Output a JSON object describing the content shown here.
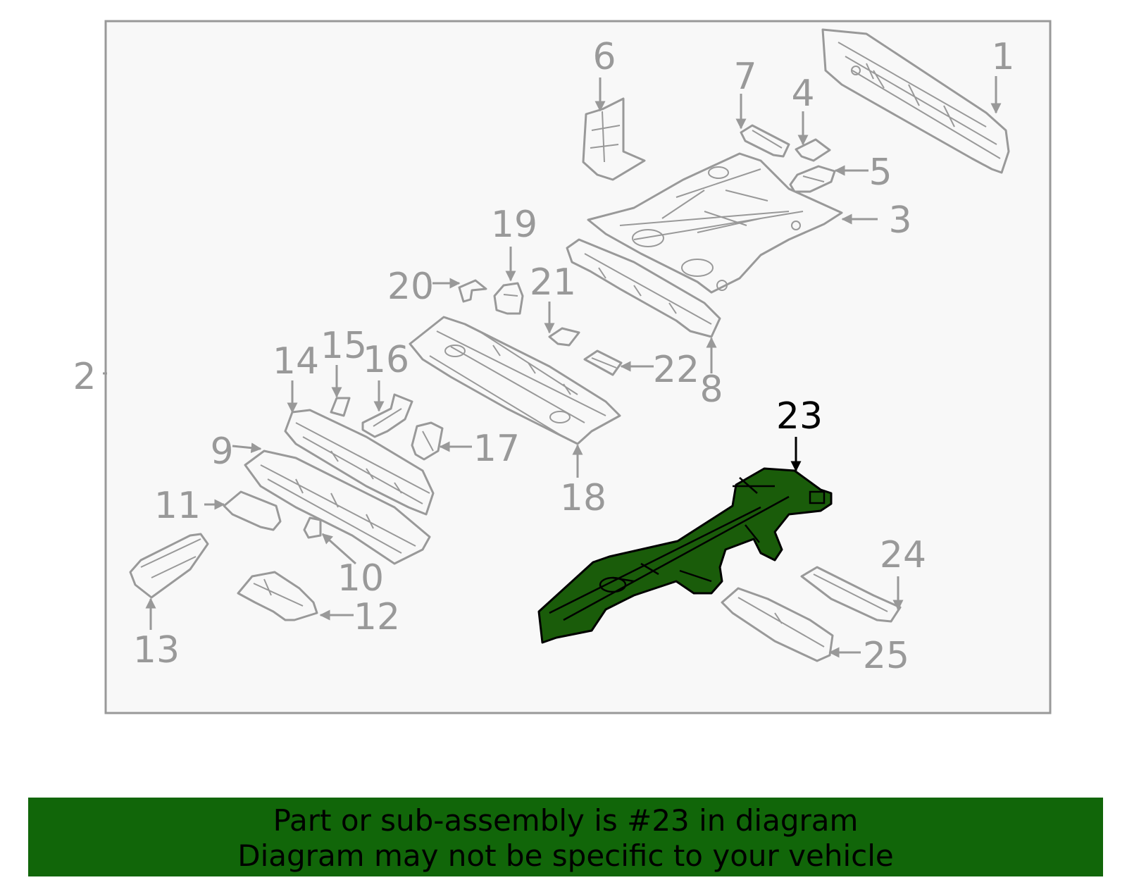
{
  "diagram": {
    "highlighted_part": "23",
    "callouts": {
      "c1": "1",
      "c2": "2",
      "c3": "3",
      "c4": "4",
      "c5": "5",
      "c6": "6",
      "c7": "7",
      "c8": "8",
      "c9": "9",
      "c10": "10",
      "c11": "11",
      "c12": "12",
      "c13": "13",
      "c14": "14",
      "c15": "15",
      "c16": "16",
      "c17": "17",
      "c18": "18",
      "c19": "19",
      "c20": "20",
      "c21": "21",
      "c22": "22",
      "c23": "23",
      "c24": "24",
      "c25": "25"
    },
    "colors": {
      "frame": "#999999",
      "panel_bg": "#f8f8f8",
      "highlight_fill": "#1a5c0a",
      "banner_bg": "#116609"
    }
  },
  "banner": {
    "line1": "Part or sub-assembly is #23 in diagram",
    "line2": "Diagram may not be specific to your vehicle"
  }
}
